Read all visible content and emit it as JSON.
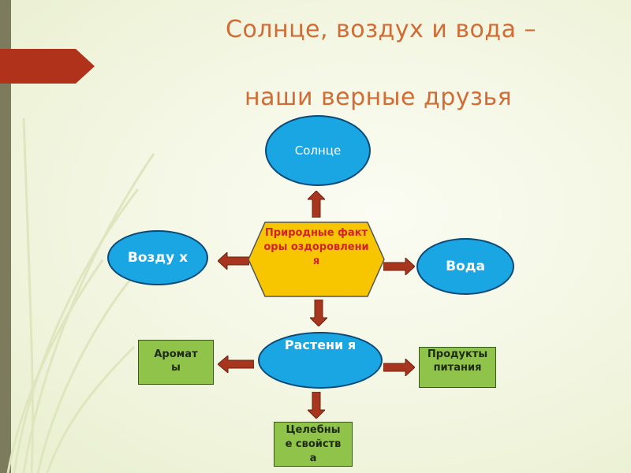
{
  "title": {
    "line1": "Солнце, воздух и вода –",
    "line2": "наши верные друзья"
  },
  "nodes": {
    "center": "Природные факторы оздоровления",
    "sun": "Солнце",
    "air": "Возду х",
    "water": "Вода",
    "plants": "Растени я",
    "aromas": "Аромат ы",
    "food": "Продукты питания",
    "healing": "Целебные свойства"
  },
  "colors": {
    "title": "#d26b34",
    "ellipse_fill": "#1aa5e3",
    "ellipse_border": "#0b4a77",
    "hexagon_fill": "#f7c600",
    "hexagon_text": "#d2222e",
    "box_fill": "#8fc34a",
    "arrow_fill": "#a8351e",
    "side_bar": "#7c7b5e"
  }
}
